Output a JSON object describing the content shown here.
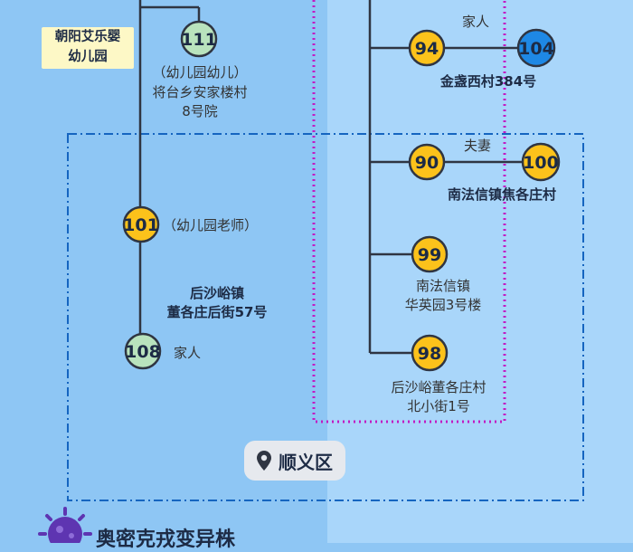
{
  "colors": {
    "background": "#8ec6f4",
    "panel": "#a9d6fa",
    "yellow_node": "#fcc21b",
    "green_node": "#b9e3bd",
    "blue_node": "#1e88e5",
    "line": "#2f3542",
    "magenta_border": "#c21bc2",
    "blue_border": "#1565c0"
  },
  "nodes": [
    {
      "id": "n111",
      "label": "111",
      "style": "green"
    },
    {
      "id": "n101",
      "label": "101",
      "style": "yellow"
    },
    {
      "id": "n108",
      "label": "108",
      "style": "green"
    },
    {
      "id": "n94",
      "label": "94",
      "style": "yellow"
    },
    {
      "id": "n104",
      "label": "104",
      "style": "blue"
    },
    {
      "id": "n90",
      "label": "90",
      "style": "yellow"
    },
    {
      "id": "n100",
      "label": "100",
      "style": "yellow"
    },
    {
      "id": "n99",
      "label": "99",
      "style": "yellow"
    },
    {
      "id": "n98",
      "label": "98",
      "style": "yellow"
    }
  ],
  "labels": {
    "kindergarten": [
      "朝阳艾乐婴",
      "幼儿园"
    ],
    "n111_role": "（幼儿园幼儿）",
    "n111_addr": [
      "将台乡安家楼村",
      "8号院"
    ],
    "n101_role": "（幼儿园老师）",
    "n101_addr": [
      "后沙峪镇",
      "董各庄后街57号"
    ],
    "n108_rel": "家人",
    "n94_rel": "家人",
    "n94_addr": "金盏西村384号",
    "n90_rel": "夫妻",
    "n90_addr": "南法信镇焦各庄村",
    "n99_addr": [
      "南法信镇",
      "华英园3号楼"
    ],
    "n98_addr": [
      "后沙峪董各庄村",
      "北小街1号"
    ]
  },
  "district": {
    "name": "顺义区",
    "icon": "location-pin-icon"
  },
  "footer": {
    "title": "奥密克戎变异株",
    "icon": "virus-icon"
  }
}
